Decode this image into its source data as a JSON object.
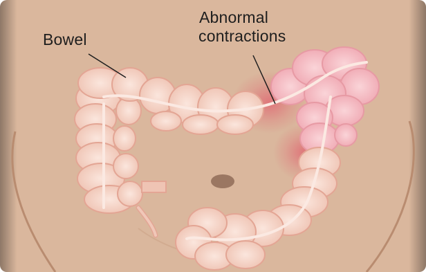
{
  "labels": {
    "bowel": "Bowel",
    "abnormal_line1": "Abnormal",
    "abnormal_line2": "contractions"
  },
  "colors": {
    "skin": "#d9b59b",
    "skin_dark": "#c89d80",
    "bowel": "#f0c7b8",
    "bowel_outline": "#e3a594",
    "bowel_highlight": "#fbe7de",
    "contraction": "#f2b3bb",
    "contraction_glow": "#e0606e",
    "navel": "#9b7762",
    "frame_shadow": "#7f7f7f"
  }
}
